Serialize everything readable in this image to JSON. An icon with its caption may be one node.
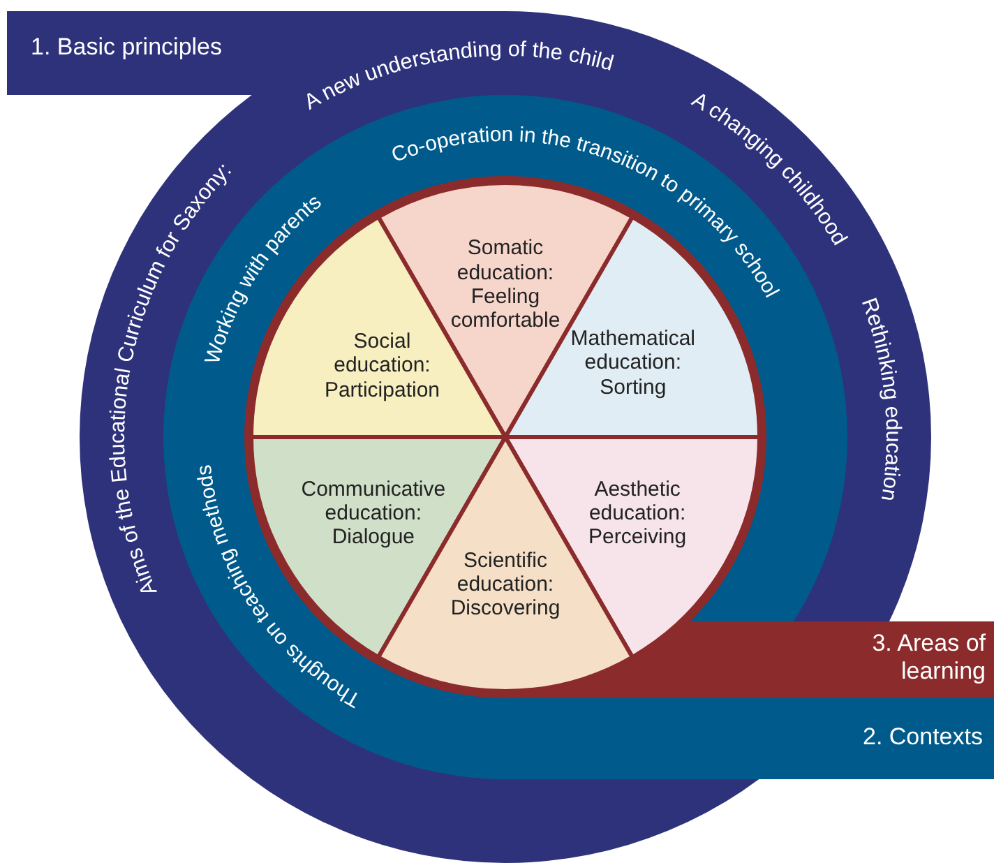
{
  "diagram": {
    "nodes": [
      {
        "text": [
          "1. Basic principles"
        ]
      },
      {
        "text": [
          "2. Contexts"
        ],
        "in": 0
      },
      {
        "text": [
          "3. Areas of learning"
        ],
        "in": 1
      },
      {
        "text": [
          "Somatic education: Feeling comfortable"
        ],
        "in": 2
      },
      {
        "text": [
          "Social education: Participation"
        ],
        "in": 2
      },
      {
        "text": [
          "Mathematical education: Sorting"
        ],
        "in": 2
      },
      {
        "text": [
          "Communicative education: Dialogue"
        ],
        "in": 2
      },
      {
        "text": [
          "Aesthetic education: Perceiving"
        ],
        "in": 2
      },
      {
        "text": [
          "Scientific education: Discovering"
        ],
        "in": 2
      }
    ],
    "edges": [],
    "labels": [
      "A new understanding of the child",
      "A changing childhood",
      "Co-operation in the transition to primary school",
      "Aims of the Educational Curriculum for Saxony:",
      "Working with parents",
      "Rethinking education",
      "Thoughts on teaching methods"
    ]
  }
}
